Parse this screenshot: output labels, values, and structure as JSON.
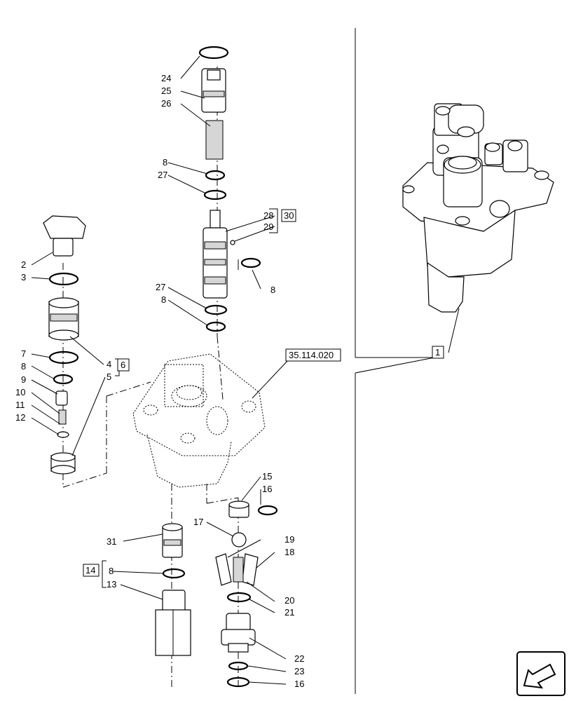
{
  "labels": {
    "l1": "1",
    "l2": "2",
    "l3": "3",
    "l4": "4",
    "l5": "5",
    "l6": "6",
    "l7": "7",
    "l8a": "8",
    "l8b": "8",
    "l8c": "8",
    "l8d": "8",
    "l8e": "8",
    "l9": "9",
    "l10": "10",
    "l11": "11",
    "l12": "12",
    "l13": "13",
    "l14": "14",
    "l15": "15",
    "l16a": "16",
    "l16b": "16",
    "l17": "17",
    "l18": "18",
    "l19": "19",
    "l20": "20",
    "l21": "21",
    "l22": "22",
    "l23": "23",
    "l24": "24",
    "l25": "25",
    "l26": "26",
    "l27a": "27",
    "l27b": "27",
    "l28": "28",
    "l29": "29",
    "l30": "30",
    "l31": "31"
  },
  "reference": "35.114.020",
  "icons": {
    "nav": "arrow-nav-icon"
  }
}
